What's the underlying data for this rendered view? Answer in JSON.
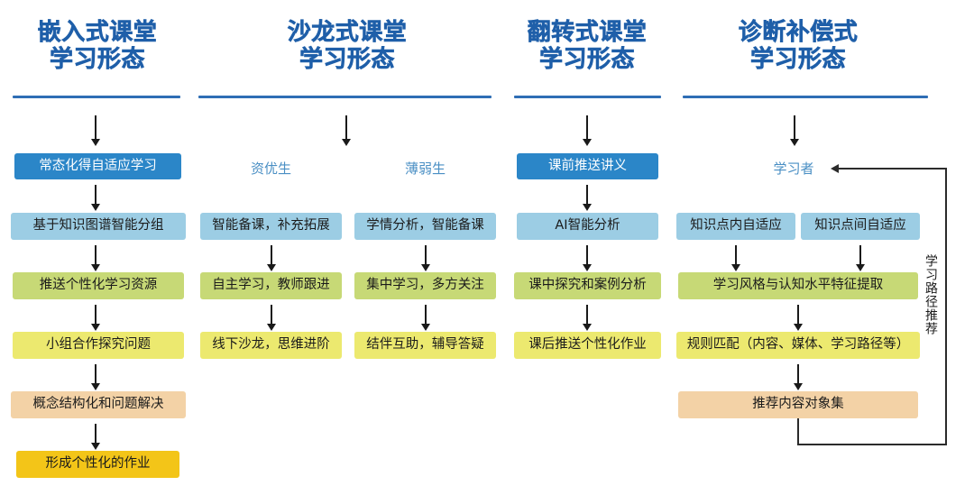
{
  "diagram": {
    "title_color": "#1f5fa9",
    "columns": [
      {
        "id": "embedded",
        "title": "嵌入式课堂\n学习形态",
        "steps": [
          {
            "label": "常态化得自适应学习",
            "color": "#2b86c8"
          },
          {
            "label": "基于知识图谱智能分组",
            "color": "#9ccde4"
          },
          {
            "label": "推送个性化学习资源",
            "color": "#c7d976"
          },
          {
            "label": "小组合作探究问题",
            "color": "#ece96f"
          },
          {
            "label": "概念结构化和问题解决",
            "color": "#f3d2a6"
          },
          {
            "label": "形成个性化的作业",
            "color": "#f3c518"
          }
        ]
      },
      {
        "id": "salon",
        "title": "沙龙式课堂\n学习形态",
        "branches": [
          {
            "caption": "资优生",
            "steps": [
              {
                "label": "智能备课，补充拓展",
                "color": "#9ccde4"
              },
              {
                "label": "自主学习，教师跟进",
                "color": "#c7d976"
              },
              {
                "label": "线下沙龙，思维进阶",
                "color": "#ece96f"
              }
            ]
          },
          {
            "caption": "薄弱生",
            "steps": [
              {
                "label": "学情分析，智能备课",
                "color": "#9ccde4"
              },
              {
                "label": "集中学习，多方关注",
                "color": "#c7d976"
              },
              {
                "label": "结伴互助，辅导答疑",
                "color": "#ece96f"
              }
            ]
          }
        ]
      },
      {
        "id": "flipped",
        "title": "翻转式课堂\n学习形态",
        "steps": [
          {
            "label": "课前推送讲义",
            "color": "#2b86c8"
          },
          {
            "label": "AI智能分析",
            "color": "#9ccde4"
          },
          {
            "label": "课中探究和案例分析",
            "color": "#c7d976"
          },
          {
            "label": "课后推送个性化作业",
            "color": "#ece96f"
          }
        ]
      },
      {
        "id": "diagnostic",
        "title": "诊断补偿式\n学习形态",
        "caption": "学习者",
        "parallel": [
          {
            "label": "知识点内自适应",
            "color": "#9ccde4"
          },
          {
            "label": "知识点间自适应",
            "color": "#9ccde4"
          }
        ],
        "steps": [
          {
            "label": "学习风格与认知水平特征提取",
            "color": "#c7d976"
          },
          {
            "label": "规则匹配（内容、媒体、学习路径等）",
            "color": "#ece96f"
          },
          {
            "label": "推荐内容对象集",
            "color": "#f3d2a6"
          }
        ],
        "feedback_label": "学习路径推荐"
      }
    ]
  }
}
